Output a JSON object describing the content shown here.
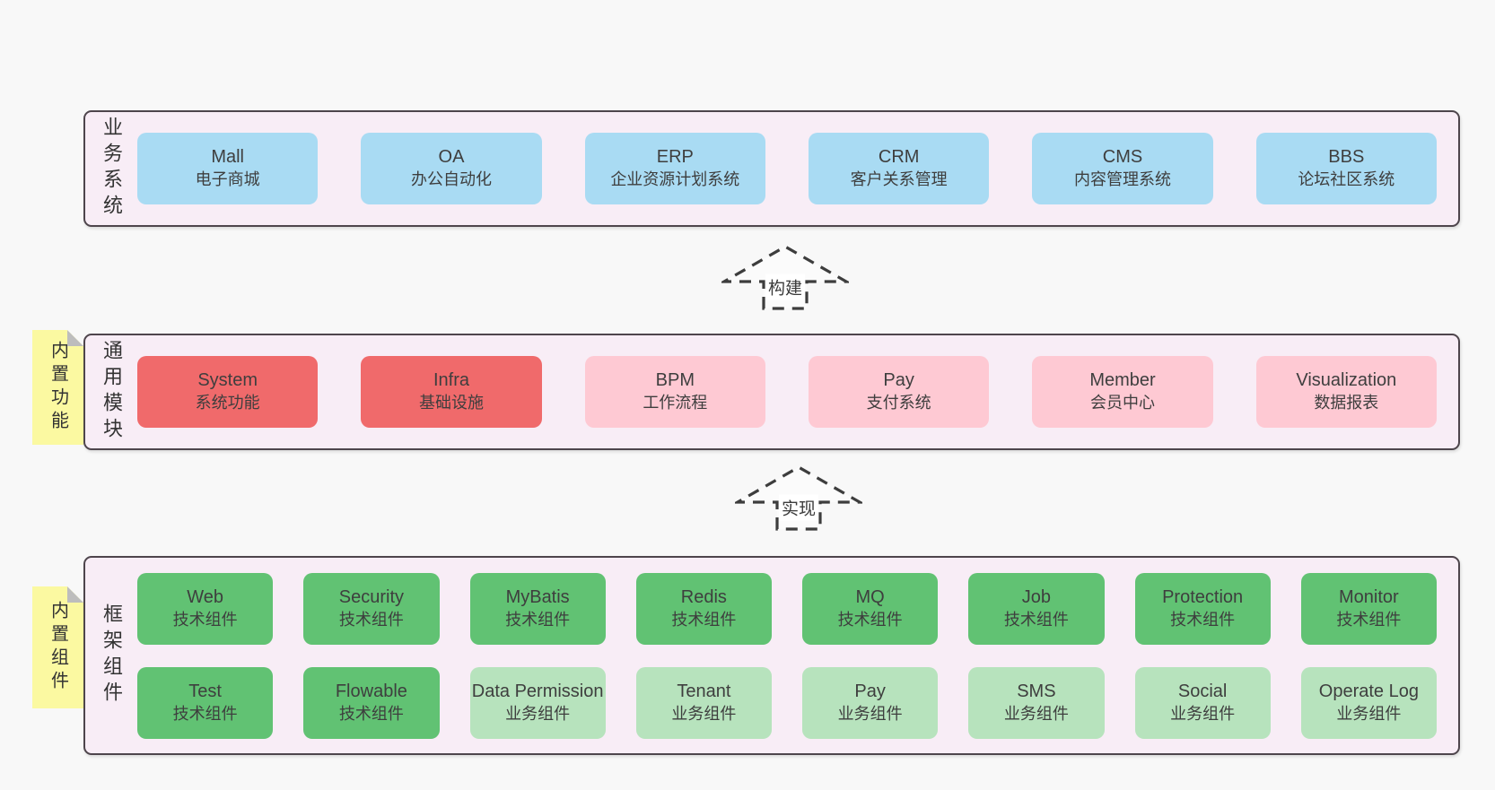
{
  "layers": {
    "business": {
      "label": "业务系统",
      "boxes": [
        {
          "name": "Mall",
          "desc": "电子商城"
        },
        {
          "name": "OA",
          "desc": "办公自动化"
        },
        {
          "name": "ERP",
          "desc": "企业资源计划系统"
        },
        {
          "name": "CRM",
          "desc": "客户关系管理"
        },
        {
          "name": "CMS",
          "desc": "内容管理系统"
        },
        {
          "name": "BBS",
          "desc": "论坛社区系统"
        }
      ]
    },
    "modules": {
      "label": "通用模块",
      "tag": "内置功能",
      "boxes": [
        {
          "name": "System",
          "desc": "系统功能",
          "variant": "red"
        },
        {
          "name": "Infra",
          "desc": "基础设施",
          "variant": "red"
        },
        {
          "name": "BPM",
          "desc": "工作流程",
          "variant": "pink"
        },
        {
          "name": "Pay",
          "desc": "支付系统",
          "variant": "pink"
        },
        {
          "name": "Member",
          "desc": "会员中心",
          "variant": "pink"
        },
        {
          "name": "Visualization",
          "desc": "数据报表",
          "variant": "pink"
        }
      ]
    },
    "framework": {
      "label": "框架组件",
      "tag": "内置组件",
      "boxes": [
        {
          "name": "Web",
          "desc": "技术组件",
          "variant": "green"
        },
        {
          "name": "Security",
          "desc": "技术组件",
          "variant": "green"
        },
        {
          "name": "MyBatis",
          "desc": "技术组件",
          "variant": "green"
        },
        {
          "name": "Redis",
          "desc": "技术组件",
          "variant": "green"
        },
        {
          "name": "MQ",
          "desc": "技术组件",
          "variant": "green"
        },
        {
          "name": "Job",
          "desc": "技术组件",
          "variant": "green"
        },
        {
          "name": "Protection",
          "desc": "技术组件",
          "variant": "green"
        },
        {
          "name": "Monitor",
          "desc": "技术组件",
          "variant": "green"
        },
        {
          "name": "Test",
          "desc": "技术组件",
          "variant": "green"
        },
        {
          "name": "Flowable",
          "desc": "技术组件",
          "variant": "green"
        },
        {
          "name": "Data Permission",
          "desc": "业务组件",
          "variant": "lightgreen"
        },
        {
          "name": "Tenant",
          "desc": "业务组件",
          "variant": "lightgreen"
        },
        {
          "name": "Pay",
          "desc": "业务组件",
          "variant": "lightgreen"
        },
        {
          "name": "SMS",
          "desc": "业务组件",
          "variant": "lightgreen"
        },
        {
          "name": "Social",
          "desc": "业务组件",
          "variant": "lightgreen"
        },
        {
          "name": "Operate Log",
          "desc": "业务组件",
          "variant": "lightgreen"
        }
      ]
    }
  },
  "arrows": [
    {
      "label": "构建"
    },
    {
      "label": "实现"
    }
  ],
  "colors": {
    "page_bg": "#f8f8f8",
    "layer_bg": "#f8edf6",
    "layer_border": "#4e454c",
    "box_blue": "#a9dbf3",
    "box_red": "#f06a6b",
    "box_pink": "#fec9d3",
    "box_green": "#61c273",
    "box_lightgreen": "#b7e3bd",
    "tag_yellow": "#fbf9a1",
    "tag_fold_gray": "#bdbdbd",
    "text": "#3e3e3e",
    "arrow_stroke": "#3d3d3d"
  }
}
